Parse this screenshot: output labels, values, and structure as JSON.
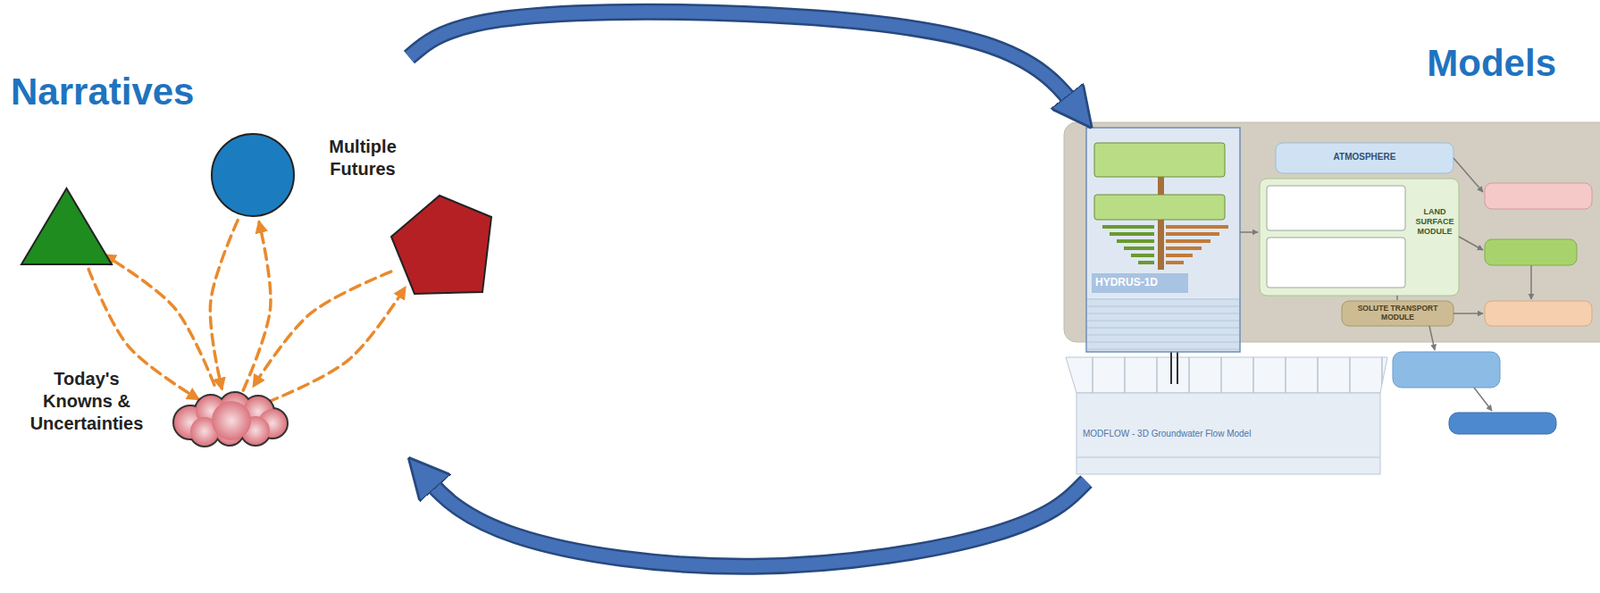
{
  "diagram": {
    "nodes": [
      {
        "text": [
          "Narratives"
        ]
      },
      {
        "text": [],
        "in": 0
      },
      {
        "text": [],
        "in": 0
      },
      {
        "text": [],
        "in": 0
      },
      {
        "text": [
          "Today's Knowns & Uncertainties"
        ],
        "in": 0
      },
      {
        "text": [
          "Models"
        ]
      }
    ],
    "edges": [
      {
        "from": 0,
        "to": 5,
        "arrow": "to"
      },
      {
        "from": 5,
        "to": 0,
        "arrow": "to"
      },
      {
        "from": 4,
        "to": 1,
        "arrow": "to"
      },
      {
        "from": 1,
        "to": 4,
        "arrow": "to"
      },
      {
        "from": 4,
        "to": 2,
        "arrow": "to"
      },
      {
        "from": 2,
        "to": 4,
        "arrow": "to"
      },
      {
        "from": 4,
        "to": 3,
        "arrow": "to"
      },
      {
        "from": 3,
        "to": 4,
        "arrow": "to"
      }
    ],
    "labels": [
      "Multiple Futures",
      "ATMOSPHERE",
      "LAND SURFACE MODULE",
      "SOLUTE TRANSPORT MODULE",
      "HYDRUS-1D",
      "MODFLOW - 3D Groundwater Flow Model"
    ]
  }
}
